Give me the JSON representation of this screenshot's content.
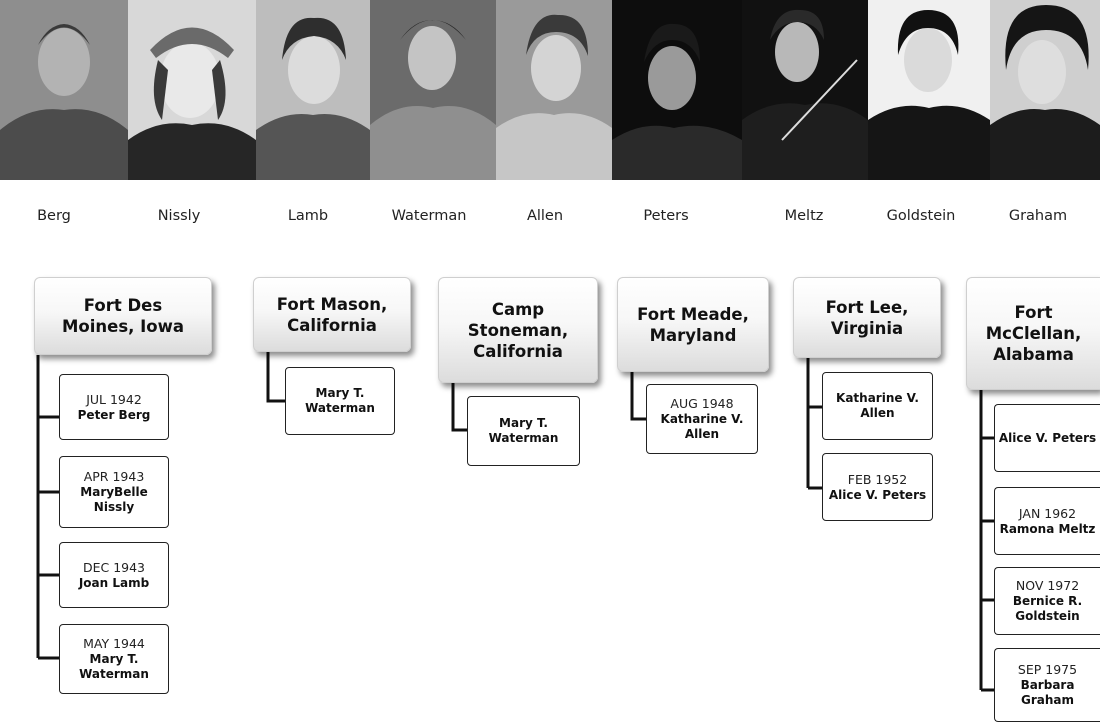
{
  "names": [
    "Berg",
    "Nissly",
    "Lamb",
    "Waterman",
    "Allen",
    "Peters",
    "Meltz",
    "Goldstein",
    "Graham"
  ],
  "locations": [
    {
      "title": "Fort Des Moines, Iowa",
      "entries": [
        {
          "date": "JUL 1942",
          "name": "Peter Berg"
        },
        {
          "date": "APR 1943",
          "name": "MaryBelle Nissly"
        },
        {
          "date": "DEC 1943",
          "name": "Joan Lamb"
        },
        {
          "date": "MAY 1944",
          "name": "Mary T. Waterman"
        }
      ]
    },
    {
      "title": "Fort Mason, California",
      "entries": [
        {
          "date": "",
          "name": "Mary T. Waterman"
        }
      ]
    },
    {
      "title": "Camp Stoneman, California",
      "entries": [
        {
          "date": "",
          "name": "Mary T. Waterman"
        }
      ]
    },
    {
      "title": "Fort Meade, Maryland",
      "entries": [
        {
          "date": "AUG 1948",
          "name": "Katharine V. Allen"
        }
      ]
    },
    {
      "title": "Fort Lee, Virginia",
      "entries": [
        {
          "date": "",
          "name": "Katharine V. Allen"
        },
        {
          "date": "FEB 1952",
          "name": "Alice V. Peters"
        }
      ]
    },
    {
      "title": "Fort McClellan, Alabama",
      "entries": [
        {
          "date": "",
          "name": "Alice V. Peters"
        },
        {
          "date": "JAN 1962",
          "name": "Ramona Meltz"
        },
        {
          "date": "NOV 1972",
          "name": "Bernice R. Goldstein"
        },
        {
          "date": "SEP 1975",
          "name": "Barbara Graham"
        }
      ]
    }
  ]
}
